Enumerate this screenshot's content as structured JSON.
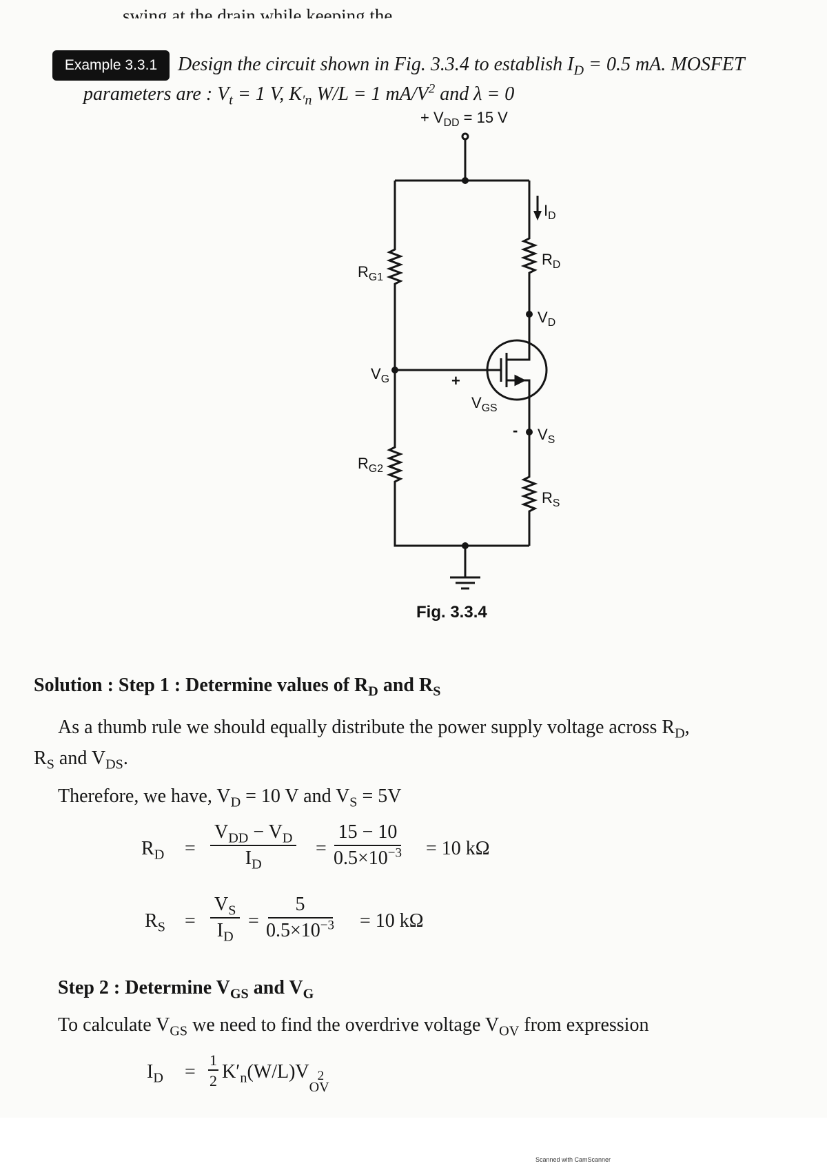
{
  "top_line": "swing at the drain while keeping the ...",
  "example": {
    "badge": "Example 3.3.1",
    "line1": [
      "Design the circuit shown in Fig. 3.3.4 to establish I",
      "D",
      " = 0.5 mA. MOSFET"
    ],
    "line2": [
      "parameters are : V",
      "t",
      " = 1 V, K",
      "′n",
      " W/L = 1 mA/V",
      "2",
      " and λ = 0"
    ]
  },
  "circuit": {
    "vdd_label": [
      "+ V",
      "DD",
      " = 15 V"
    ],
    "labels": {
      "rg1": [
        "R",
        "G1"
      ],
      "rg2": [
        "R",
        "G2"
      ],
      "rd": [
        "R",
        "D"
      ],
      "rs": [
        "R",
        "S"
      ],
      "id": [
        "I",
        "D"
      ],
      "vd": [
        "V",
        "D"
      ],
      "vg": [
        "V",
        "G"
      ],
      "vs": [
        "V",
        "S"
      ],
      "vgs": [
        "V",
        "GS"
      ],
      "plus": "+",
      "minus": "-"
    },
    "caption": "Fig. 3.3.4"
  },
  "solution": {
    "step1": [
      "Solution : Step 1 : Determine values of R",
      "D",
      " and R",
      "S"
    ],
    "para1": [
      "As a thumb rule we should equally distribute the power supply voltage across R",
      "D",
      ","
    ],
    "para1b": [
      "R",
      "S",
      " and V",
      "DS",
      "."
    ],
    "therefore": [
      "Therefore, we have, V",
      "D",
      " = 10 V and V",
      "S",
      " = 5V"
    ],
    "rd_eq": {
      "lhs": [
        "R",
        "D"
      ],
      "eq": "=",
      "f1_num": [
        "V",
        "DD",
        " − V",
        "D"
      ],
      "f1_den": [
        "I",
        "D"
      ],
      "eq2": "=",
      "f2_num": "15 − 10",
      "f2_den": [
        "0.5×10",
        "−3"
      ],
      "result": "= 10 kΩ"
    },
    "rs_eq": {
      "lhs": [
        "R",
        "S"
      ],
      "eq": "=",
      "f1_num": [
        "V",
        "S"
      ],
      "f1_den": [
        "I",
        "D"
      ],
      "eq2": "=",
      "f2_num": "5",
      "f2_den": [
        "0.5×10",
        "−3"
      ],
      "result": "= 10 kΩ"
    },
    "step2": [
      "Step 2 : Determine V",
      "GS",
      " and V",
      "G"
    ],
    "para2": [
      "To calculate V",
      "GS",
      " we need to find the overdrive voltage V",
      "OV",
      " from expression"
    ],
    "id_eq": {
      "lhs": [
        "I",
        "D"
      ],
      "eq": "=",
      "half_num": "1",
      "half_den": "2",
      "rhs": [
        "K′",
        "n",
        "(W/L)V",
        "2",
        "OV"
      ]
    }
  },
  "footer": "Scanned with CamScanner"
}
